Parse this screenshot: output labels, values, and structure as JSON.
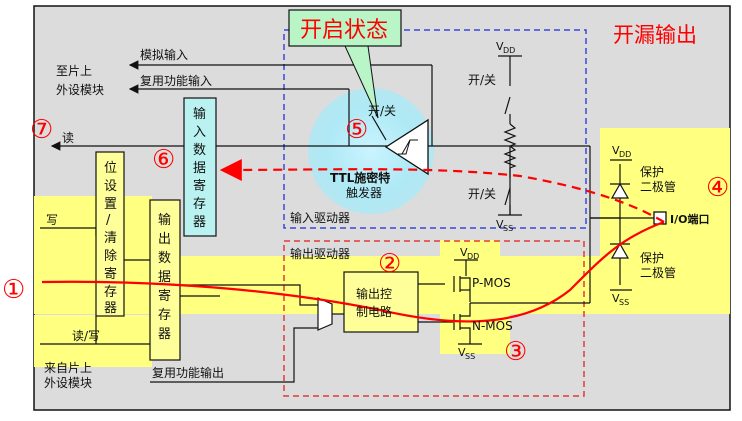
{
  "header": {
    "state_title": "开启状态",
    "mode_title": "开漏输出"
  },
  "colors": {
    "panel_bg": "#dcdcdc",
    "highlight": "#ffff80",
    "input_region": "#3a46e0",
    "output_region": "#e03b3b",
    "trigger_glow": "#aee9f5",
    "red_path": "#ff0000",
    "box_fill": "#ffff99",
    "input_register_fill": "#b9f2f0"
  },
  "labels": {
    "to_chip": "至片上",
    "periph_module": "外设模块",
    "analog_input": "模拟输入",
    "alt_func_input": "复用功能输入",
    "read": "读",
    "write": "写",
    "read_write": "读/写",
    "from_chip": "来自片上",
    "periph_module_2": "外设模块",
    "alt_func_output": "复用功能输出",
    "input_driver": "输入驱动器",
    "output_driver": "输出驱动器",
    "on_off_1": "开/关",
    "on_off_2": "开/关",
    "on_off_3": "开/关",
    "ttl_schmitt_1": "TTL施密特",
    "ttl_schmitt_2": "触发器",
    "vdd_1": "V",
    "vdd_sub": "DD",
    "vss_sub": "SS",
    "protect_1": "保护",
    "diode_1": "二极管",
    "protect_2": "保护",
    "diode_2": "二极管",
    "io_pin": "I/O端口",
    "pmos": "P-MOS",
    "nmos": "N-MOS",
    "output_control": [
      "输出控",
      "制电路"
    ],
    "input_data_register": [
      "输",
      "入",
      "数",
      "据",
      "寄",
      "存",
      "器"
    ],
    "bit_set_clear_register": [
      "位",
      "设",
      "置",
      "/",
      "清",
      "除",
      "寄",
      "存",
      "器"
    ],
    "output_data_register": [
      "输",
      "出",
      "数",
      "据",
      "寄",
      "存",
      "器"
    ]
  },
  "markers": [
    "①",
    "②",
    "③",
    "④",
    "⑤",
    "⑥",
    "⑦"
  ]
}
